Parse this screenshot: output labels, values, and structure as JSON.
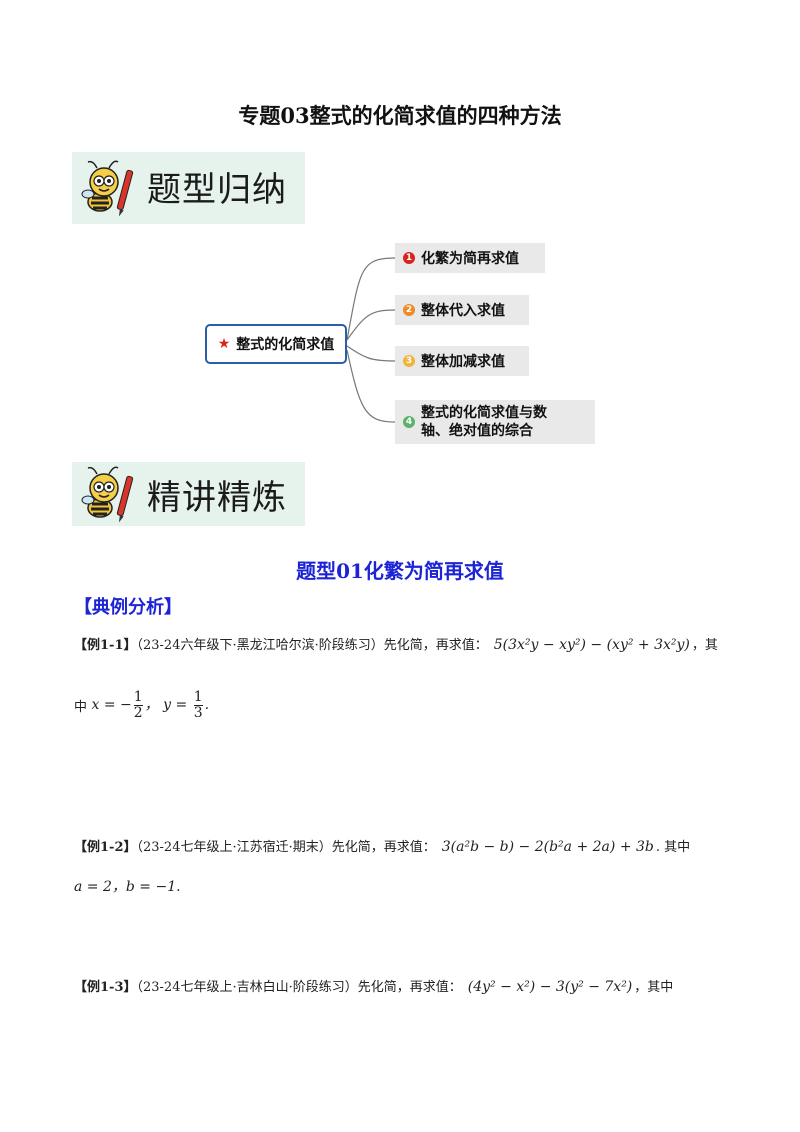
{
  "title": "专题03整式的化简求值的四种方法",
  "banner1": "题型归纳",
  "banner2": "精讲精炼",
  "mindmap": {
    "root": "整式的化简求值",
    "nodes": [
      {
        "num": "1",
        "label": "化繁为简再求值",
        "color": "#d9231c"
      },
      {
        "num": "2",
        "label": "整体代入求值",
        "color": "#f08a24"
      },
      {
        "num": "3",
        "label": "整体加减求值",
        "color": "#f2b33a"
      },
      {
        "num": "4",
        "label_line1": "整式的化简求值与数",
        "label_line2": "轴、绝对值的综合",
        "color": "#5cb46b"
      }
    ]
  },
  "section_heading": "题型01化繁为简再求值",
  "subheading": "【典例分析】",
  "examples": [
    {
      "tag": "【例1-1】",
      "source": "（23-24六年级下·黑龙江哈尔滨·阶段练习）先化简，再求值：",
      "expr": "5(3x²y − xy²) − (xy² + 3x²y)",
      "tail": "，其",
      "line2_prefix": "中",
      "line2_values": "x = −1/2，y = 1/3."
    },
    {
      "tag": "【例1-2】",
      "source": "（23-24七年级上·江苏宿迁·期末）先化简，再求值：",
      "expr": "3(a²b − b) − 2(b²a + 2a) + 3b",
      "tail": ". 其中",
      "line2_values": "a = 2，b = −1."
    },
    {
      "tag": "【例1-3】",
      "source": "（23-24七年级上·吉林白山·阶段练习）先化简，再求值：",
      "expr": "(4y² − x²) − 3(y² − 7x²)",
      "tail": "，其中"
    }
  ]
}
